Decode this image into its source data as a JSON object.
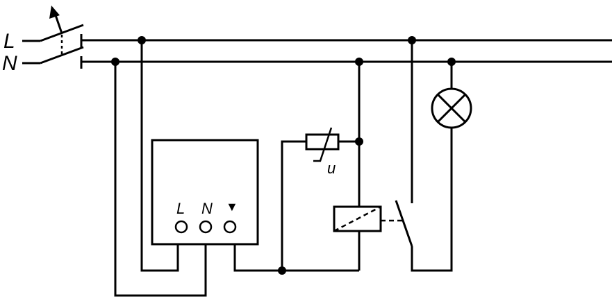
{
  "labels": {
    "line_L": "L",
    "line_N": "N",
    "terminal_L": "L",
    "terminal_N": "N",
    "terminal_out": "▼",
    "varistor": "u"
  },
  "colors": {
    "stroke": "#000000",
    "background": "#ffffff"
  },
  "components": {
    "main_breaker": "two-pole-switch-icon",
    "device_box": "device-module",
    "varistor": "varistor-icon",
    "relay_coil": "relay-coil-icon",
    "relay_contact": "relay-contact-icon",
    "lamp": "lamp-icon"
  }
}
